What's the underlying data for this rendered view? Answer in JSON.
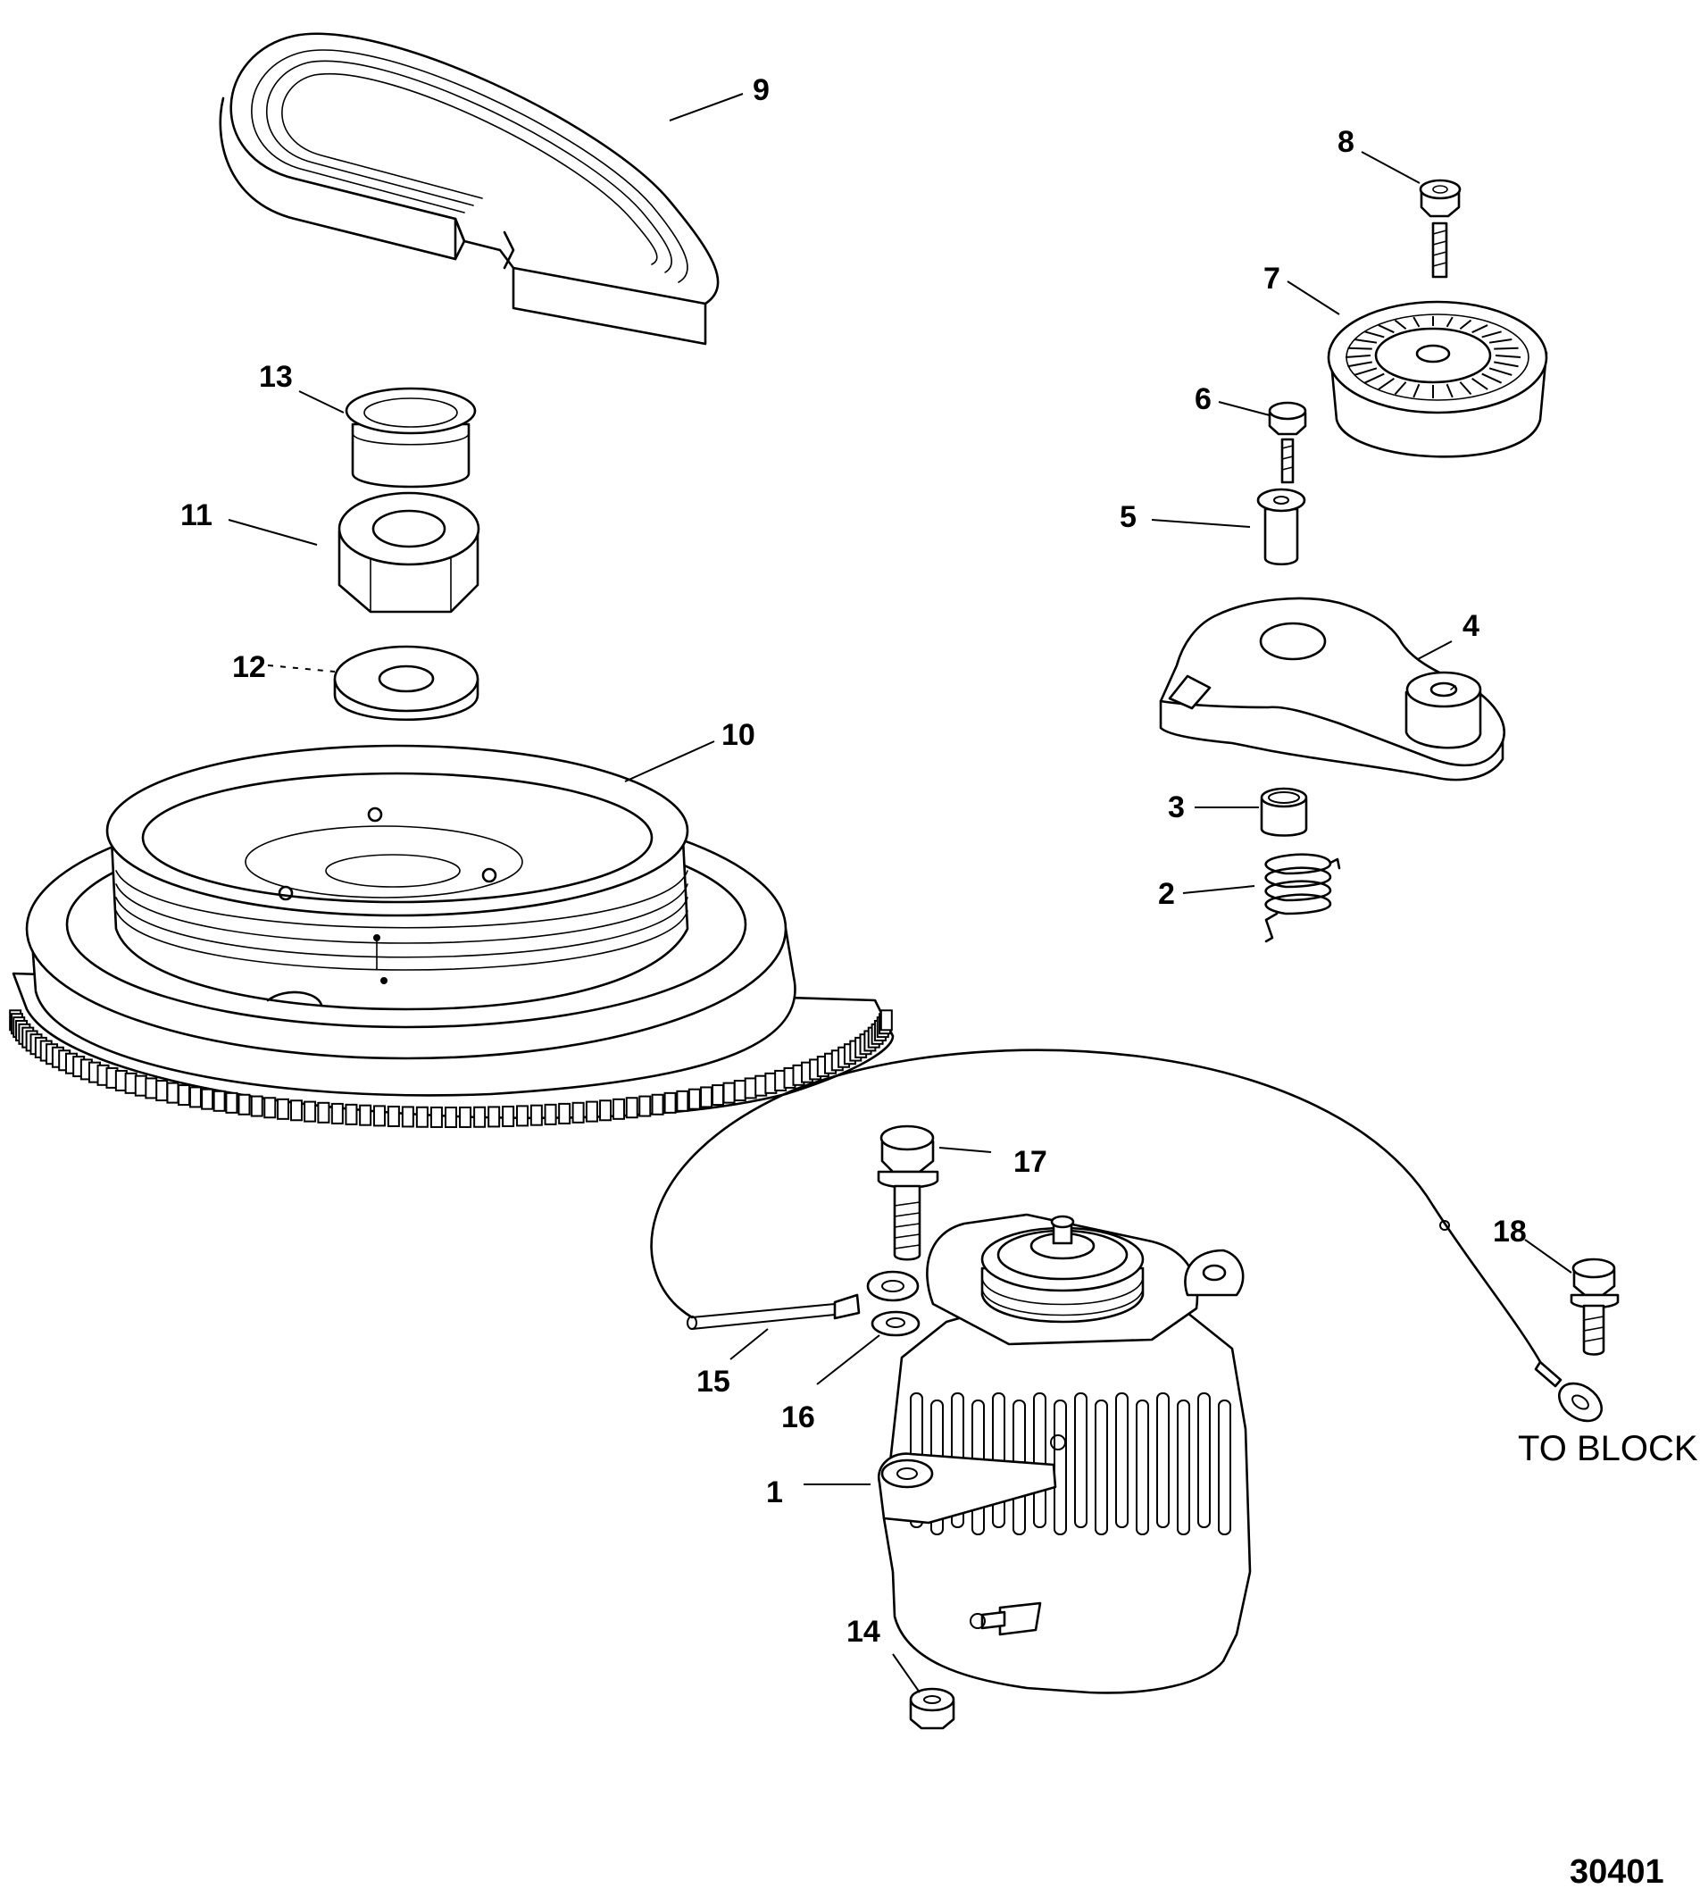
{
  "callouts": {
    "c1": "1",
    "c2": "2",
    "c3": "3",
    "c4": "4",
    "c5": "5",
    "c6": "6",
    "c7": "7",
    "c8": "8",
    "c9": "9",
    "c10": "10",
    "c11": "11",
    "c12": "12",
    "c13": "13",
    "c14": "14",
    "c15": "15",
    "c16": "16",
    "c17": "17",
    "c18": "18"
  },
  "note_to_block": "TO BLOCK",
  "figure_number": "30401"
}
